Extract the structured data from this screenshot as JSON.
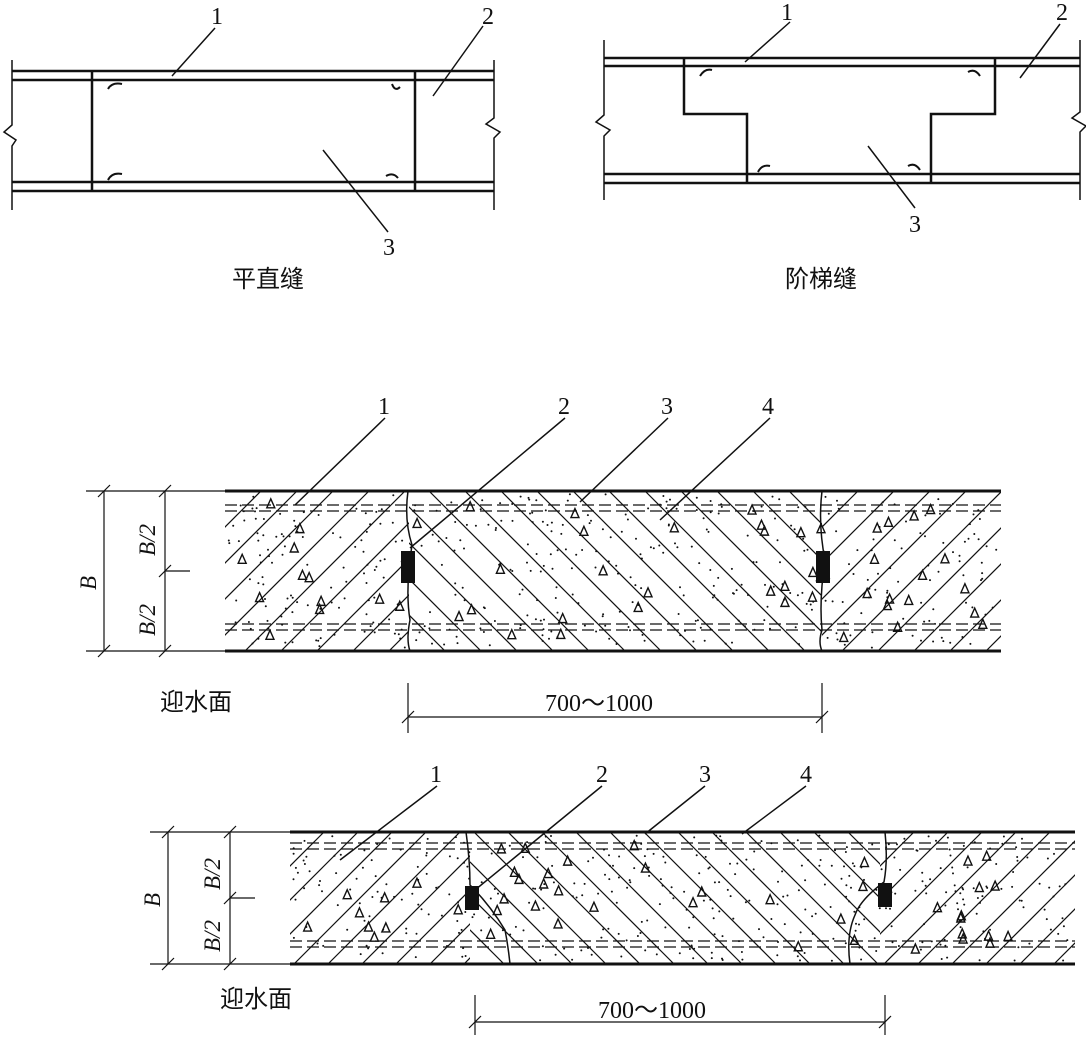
{
  "top_left": {
    "caption": "平直缝",
    "labels": [
      "1",
      "2",
      "3"
    ]
  },
  "top_right": {
    "caption": "阶梯缝",
    "labels": [
      "1",
      "2",
      "3"
    ]
  },
  "mid": {
    "labels": [
      "1",
      "2",
      "3",
      "4"
    ],
    "dim_B": "B",
    "dim_half_top": "B/2",
    "dim_half_bottom": "B/2",
    "face": "迎水面",
    "spacing": "700～1000"
  },
  "bottom": {
    "labels": [
      "1",
      "2",
      "3",
      "4"
    ],
    "dim_B": "B",
    "dim_half_top": "B/2",
    "dim_half_bottom": "B/2",
    "face": "迎水面",
    "spacing": "700～1000"
  }
}
